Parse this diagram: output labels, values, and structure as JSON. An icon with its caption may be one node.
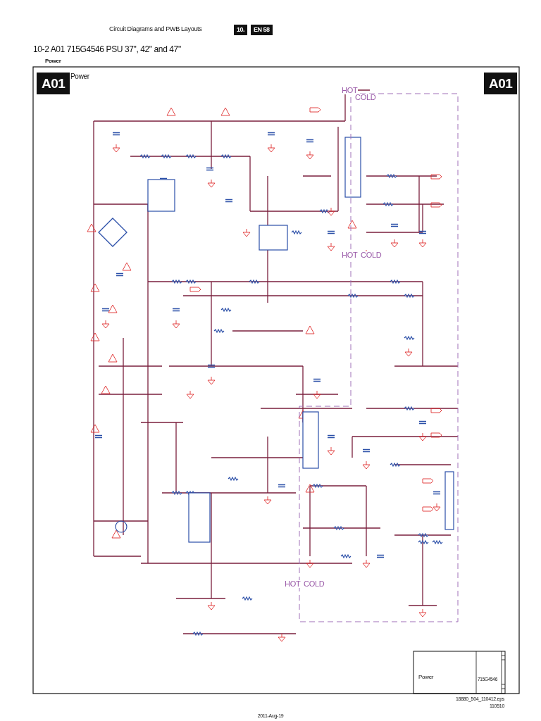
{
  "diagram": {
    "title": "10-2 A01 715G4546 PSU 37\", 42\" and 47\"",
    "labels": [
      "Circuit Diagrams and PWB Layouts",
      "10.",
      "EN 58",
      "Power",
      "A01",
      "Power",
      "A01",
      "HOT",
      "COLD",
      "HOT",
      "COLD",
      "HOT",
      "COLD",
      "Power",
      "715G4546",
      "18880_504_110412.eps",
      "110510",
      "2011-Aug-19"
    ]
  }
}
